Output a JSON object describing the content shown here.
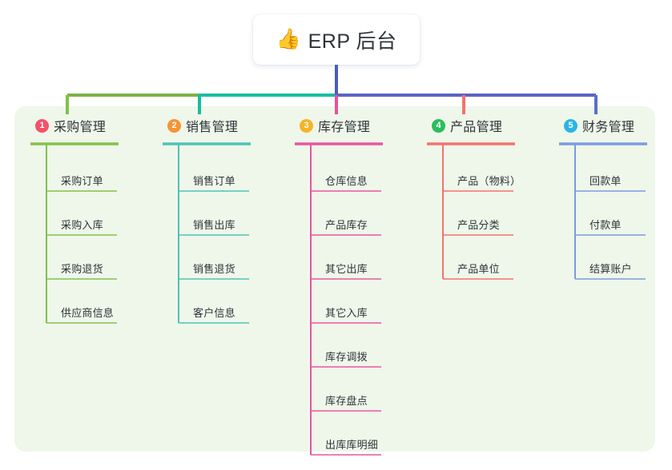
{
  "diagram": {
    "type": "mindmap-tree",
    "background_panel_color": "#eef7ea",
    "canvas_color": "#ffffff"
  },
  "root": {
    "icon": "thumbs-up-emoji",
    "emoji": "👍",
    "title": "ERP 后台",
    "card_color": "#ffffff",
    "stem_color": "#4a5bc0"
  },
  "trunk": {
    "segments": [
      {
        "name": "segment-green",
        "color": "#7cb342"
      },
      {
        "name": "segment-teal",
        "color": "#16bfa0"
      },
      {
        "name": "segment-purple",
        "color": "#5a63c4"
      }
    ]
  },
  "branches": [
    {
      "index": "1",
      "badge_text": "1",
      "badge_color": "#f4516c",
      "title": "采购管理",
      "line_color": "#84c04a",
      "drop_color": "#84c04a",
      "items": [
        "采购订单",
        "采购入库",
        "采购退货",
        "供应商信息"
      ]
    },
    {
      "index": "2",
      "badge_text": "2",
      "badge_color": "#f79433",
      "title": "销售管理",
      "line_color": "#4fc3b5",
      "drop_color": "#16bfa0",
      "items": [
        "销售订单",
        "销售出库",
        "销售退货",
        "客户信息"
      ]
    },
    {
      "index": "3",
      "badge_text": "3",
      "badge_color": "#f5b425",
      "title": "库存管理",
      "line_color": "#e8569f",
      "drop_color": "#ea4f9c",
      "items": [
        "仓库信息",
        "产品库存",
        "其它出库",
        "其它入库",
        "库存调拨",
        "库存盘点",
        "出库库明细"
      ]
    },
    {
      "index": "4",
      "badge_text": "4",
      "badge_color": "#2bbd5d",
      "title": "产品管理",
      "line_color": "#f4726e",
      "drop_color": "#f4726e",
      "items": [
        "产品（物料）",
        "产品分类",
        "产品单位"
      ]
    },
    {
      "index": "5",
      "badge_text": "5",
      "badge_color": "#2bb4e8",
      "title": "财务管理",
      "line_color": "#7e9ade",
      "drop_color": "#5a6fc9",
      "items": [
        "回款单",
        "付款单",
        "结算账户"
      ]
    }
  ]
}
